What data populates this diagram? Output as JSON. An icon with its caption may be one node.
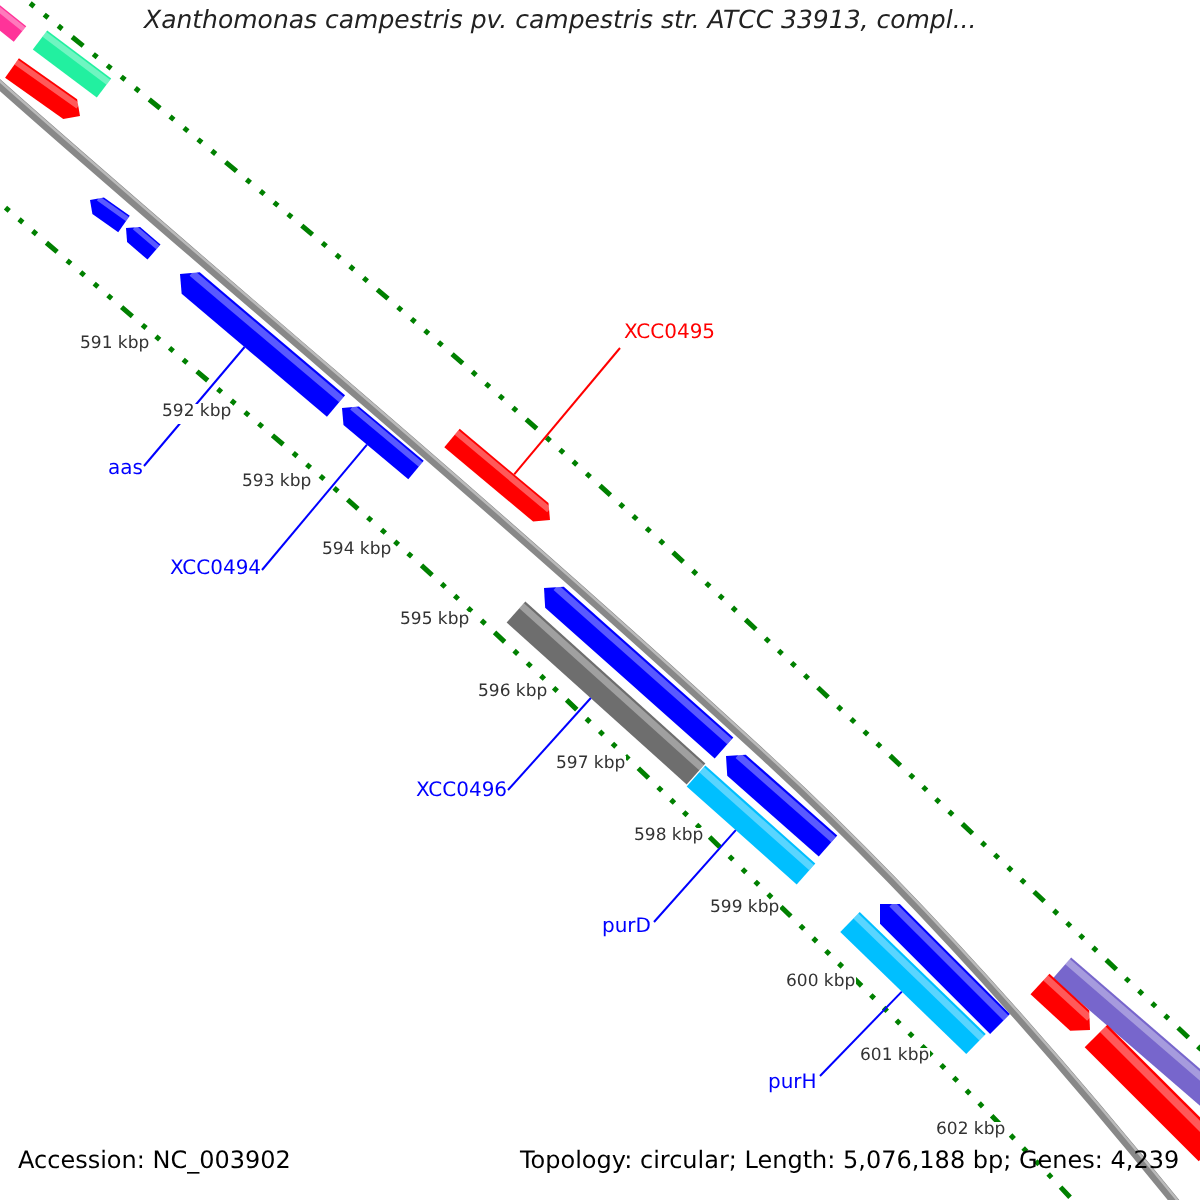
{
  "diagram": {
    "title": "Xanthomonas campestris pv. campestris str. ATCC 33913, compl...",
    "nodes": [
      {
        "text": [
          "XCC0495"
        ]
      },
      {
        "text": [
          "aas"
        ]
      },
      {
        "text": [
          "XCC0494"
        ]
      },
      {
        "text": [
          "XCC0496"
        ]
      },
      {
        "text": [
          "purD"
        ]
      },
      {
        "text": [
          "purH"
        ]
      },
      {
        "text": [],
        "shape": "bar"
      },
      {
        "text": [],
        "shape": "bar"
      },
      {
        "text": [],
        "shape": "pentagon"
      },
      {
        "text": [],
        "shape": "pentagon"
      },
      {
        "text": [],
        "shape": "pentagon"
      },
      {
        "text": [],
        "shape": "pentagon"
      },
      {
        "text": [],
        "shape": "pentagon"
      },
      {
        "text": [],
        "shape": "pentagon"
      },
      {
        "text": [],
        "shape": "bar"
      },
      {
        "text": [],
        "shape": "pentagon"
      },
      {
        "text": [],
        "shape": "bar"
      },
      {
        "text": [],
        "shape": "pentagon"
      },
      {
        "text": [],
        "shape": "bar"
      },
      {
        "text": [],
        "shape": "pentagon"
      },
      {
        "text": [],
        "shape": "bar"
      },
      {
        "text": [],
        "shape": "pentagon"
      },
      {
        "text": [],
        "shape": "bar"
      }
    ],
    "edges": [
      {
        "from": 0,
        "to": 13,
        "arrow": "none",
        "color": "#ff0000"
      },
      {
        "from": 1,
        "to": 11,
        "arrow": "none"
      },
      {
        "from": 2,
        "to": 12,
        "arrow": "none"
      },
      {
        "from": 3,
        "to": 14,
        "arrow": "none"
      },
      {
        "from": 4,
        "to": 16,
        "arrow": "none"
      },
      {
        "from": 5,
        "to": 18,
        "arrow": "none"
      }
    ],
    "labels": [
      "591 kbp",
      "592 kbp",
      "593 kbp",
      "594 kbp",
      "595 kbp",
      "596 kbp",
      "597 kbp",
      "598 kbp",
      "599 kbp",
      "600 kbp",
      "601 kbp",
      "602 kbp",
      "Accession: NC_003902",
      "Topology: circular; Length: 5,076,188 bp; Genes: 4,239"
    ]
  }
}
